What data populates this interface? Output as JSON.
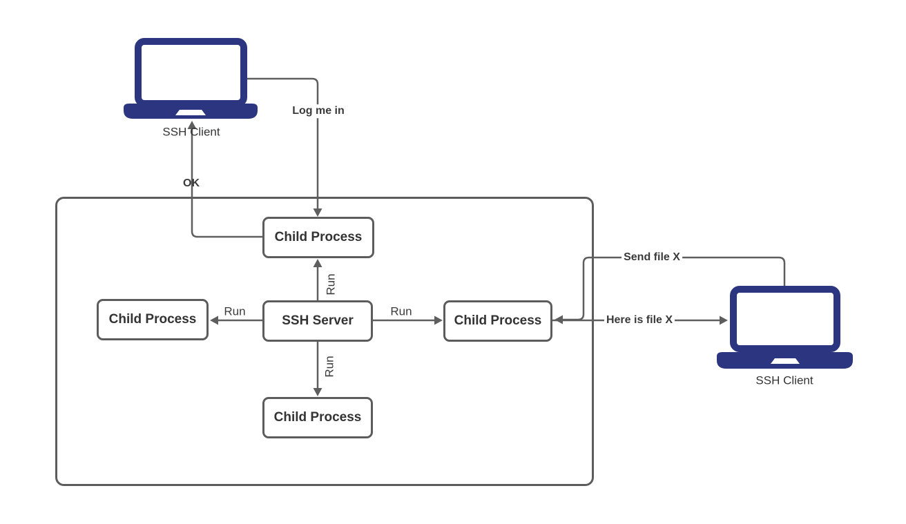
{
  "diagram": {
    "clients": {
      "left": {
        "label": "SSH Client"
      },
      "right": {
        "label": "SSH Client"
      }
    },
    "nodes": {
      "child_top": {
        "label": "Child Process"
      },
      "child_left": {
        "label": "Child Process"
      },
      "ssh_server": {
        "label": "SSH Server"
      },
      "child_right": {
        "label": "Child Process"
      },
      "child_bottom": {
        "label": "Child Process"
      }
    },
    "edges": {
      "log_me_in": {
        "label": "Log me in"
      },
      "ok": {
        "label": "OK"
      },
      "run_up": {
        "label": "Run"
      },
      "run_left": {
        "label": "Run"
      },
      "run_right": {
        "label": "Run"
      },
      "run_down": {
        "label": "Run"
      },
      "send_file_x": {
        "label": "Send file X"
      },
      "here_is_file_x": {
        "label": "Here is file X"
      }
    },
    "colors": {
      "laptop": "#2c3680",
      "connector": "#5e5e5e",
      "node_border": "#5c5c5c",
      "text": "#333333"
    }
  }
}
